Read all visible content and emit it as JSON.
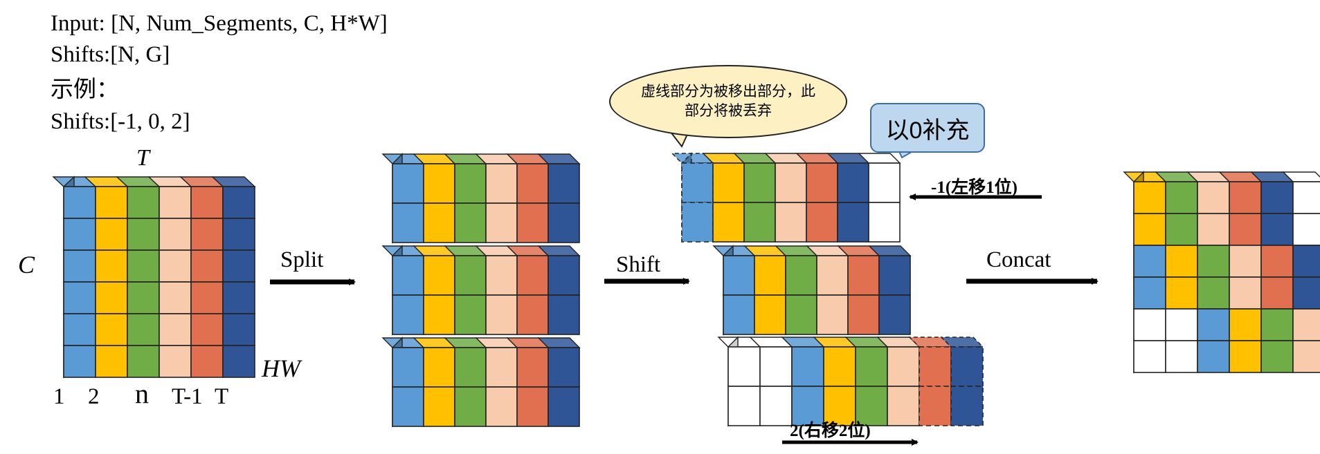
{
  "info": {
    "line1": "Input: [N, Num_Segments, C, H*W]",
    "line2": "Shifts:[N, G]",
    "line3": "示例：",
    "line4": "Shifts:[-1, 0, 2]"
  },
  "axes": {
    "t_label": "T",
    "c_label": "C",
    "hw_label": "HW",
    "ticks": [
      "1",
      "2",
      "n",
      "T-1",
      "T"
    ]
  },
  "steps": {
    "split": "Split",
    "shift": "Shift",
    "concat": "Concat"
  },
  "callouts": {
    "bubble": "虚线部分为被移出部分，此部分将被丢弃",
    "fill": "以0补充"
  },
  "shift_labels": {
    "left": "-1(左移1位)",
    "right": "2(右移2位)"
  },
  "colors": {
    "blue": "#5b9bd5",
    "yellow": "#ffc000",
    "green": "#70ad47",
    "peach": "#f8cbad",
    "orange": "#e07050",
    "navy": "#2f5597",
    "white": "#ffffff"
  }
}
